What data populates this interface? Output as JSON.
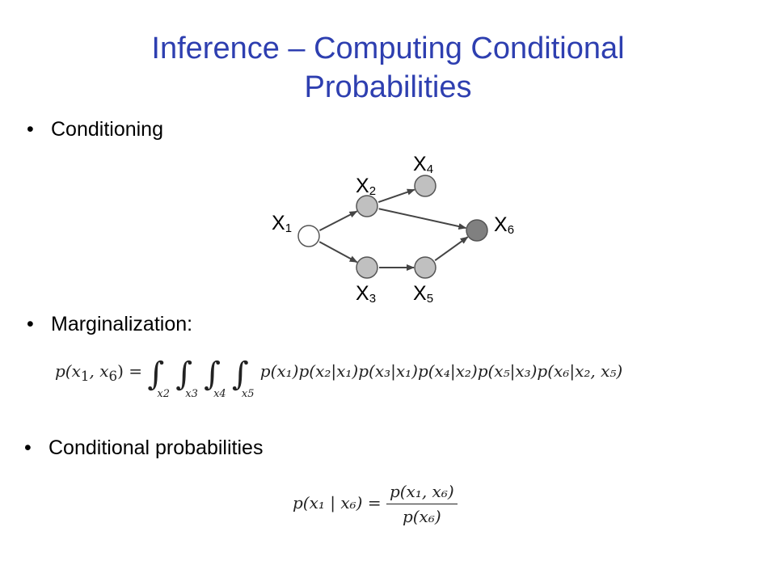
{
  "title": {
    "line1": "Inference – Computing Conditional",
    "line2": "Probabilities"
  },
  "bullets": {
    "conditioning": "Conditioning",
    "marginalization": "Marginalization:",
    "conditional": "Conditional probabilities"
  },
  "graph": {
    "nodes": [
      {
        "id": "x1",
        "base": "X",
        "sub": "1",
        "fill": "#ffffff"
      },
      {
        "id": "x2",
        "base": "X",
        "sub": "2",
        "fill": "#c0c0c0"
      },
      {
        "id": "x3",
        "base": "X",
        "sub": "3",
        "fill": "#c0c0c0"
      },
      {
        "id": "x4",
        "base": "X",
        "sub": "4",
        "fill": "#c0c0c0"
      },
      {
        "id": "x5",
        "base": "X",
        "sub": "5",
        "fill": "#c0c0c0"
      },
      {
        "id": "x6",
        "base": "X",
        "sub": "6",
        "fill": "#808080"
      }
    ],
    "edges": [
      [
        "x1",
        "x2"
      ],
      [
        "x1",
        "x3"
      ],
      [
        "x2",
        "x4"
      ],
      [
        "x2",
        "x6"
      ],
      [
        "x3",
        "x5"
      ],
      [
        "x5",
        "x6"
      ]
    ]
  },
  "formulas": {
    "marginal_lhs": "p(x",
    "marginal_lhs_sub1": "1",
    "marginal_lhs_mid": ", x",
    "marginal_lhs_sub6": "6",
    "marginal_lhs_end": ") =",
    "integral_limits": [
      "x2",
      "x3",
      "x4",
      "x5"
    ],
    "marginal_rhs": "p(x₁)p(x₂|x₁)p(x₃|x₁)p(x₄|x₂)p(x₅|x₃)p(x₆|x₂, x₅)",
    "conditional_lhs": "p(x₁ | x₆) =",
    "conditional_num": "p(x₁, x₆)",
    "conditional_den": "p(x₆)"
  }
}
